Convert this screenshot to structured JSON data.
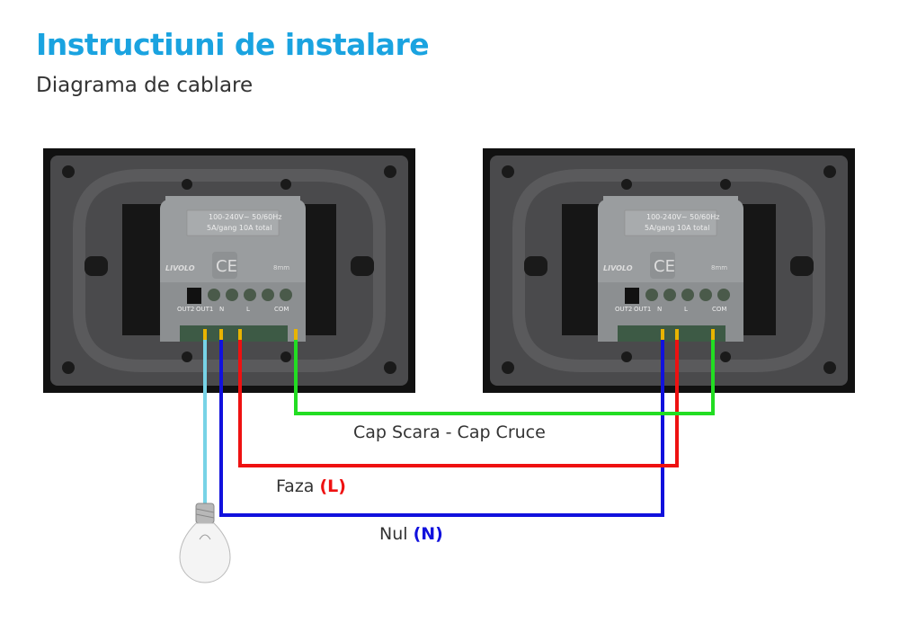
{
  "header": {
    "title": "Instructiuni de instalare",
    "subtitle": "Diagrama de cablare"
  },
  "module": {
    "rating_line1": "100-240V~  50/60Hz",
    "rating_line2": "5A/gang  10A total",
    "brand": "LIVOLO",
    "ce_mark": "CE",
    "strip_gauge": "8mm",
    "terminals": [
      "OUT2",
      "OUT1",
      "N",
      "L",
      "COM"
    ]
  },
  "wires": {
    "traveler": {
      "label": "Cap Scara - Cap Cruce",
      "color": "#22dd22"
    },
    "phase": {
      "label": "Faza ",
      "code": "(L)",
      "color": "#ee1111"
    },
    "neutral": {
      "label": "Nul ",
      "code": "(N)",
      "color": "#1111dd"
    },
    "lamp": {
      "color": "#77d3e6"
    }
  }
}
